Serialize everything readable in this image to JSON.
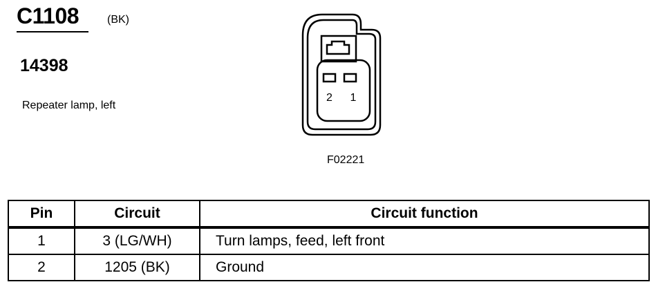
{
  "connector": {
    "id": "C1108",
    "color_code": "(BK)",
    "part_number": "14398",
    "description": "Repeater lamp, left",
    "figure_code": "F02221",
    "face_pin_labels": [
      "2",
      "1"
    ]
  },
  "table": {
    "headers": {
      "pin": "Pin",
      "circuit": "Circuit",
      "function": "Circuit function"
    },
    "rows": [
      {
        "pin": "1",
        "circuit": "3 (LG/WH)",
        "function": "Turn lamps, feed, left front"
      },
      {
        "pin": "2",
        "circuit": "1205 (BK)",
        "function": "Ground"
      }
    ]
  }
}
